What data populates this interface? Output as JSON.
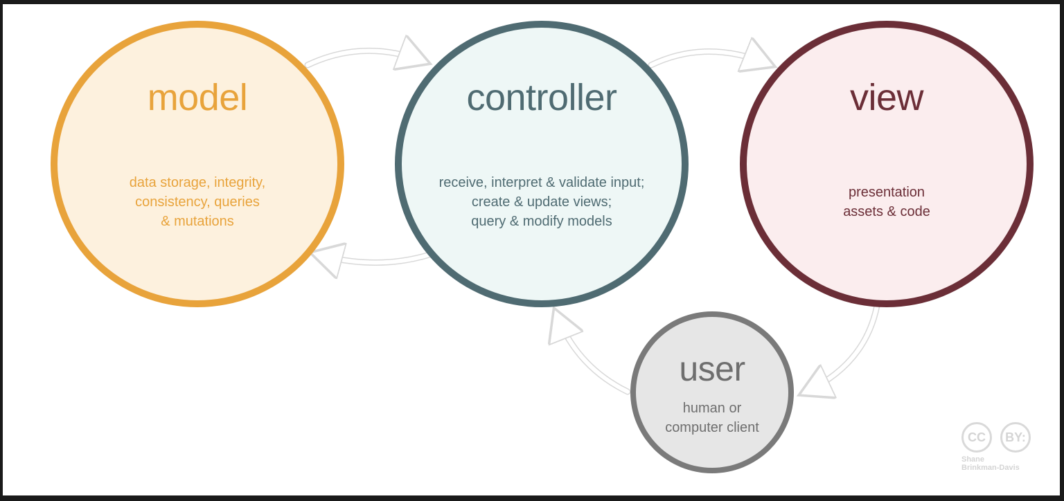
{
  "nodes": {
    "model": {
      "title": "model",
      "description": "data storage, integrity,\nconsistency, queries\n& mutations",
      "color": "#e8a33b"
    },
    "controller": {
      "title": "controller",
      "description": "receive, interpret & validate input;\ncreate & update views;\nquery & modify models",
      "color": "#4f6b72"
    },
    "view": {
      "title": "view",
      "description": "presentation\nassets & code",
      "color": "#6b2e37"
    },
    "user": {
      "title": "user",
      "description": "human or\ncomputer client",
      "color": "#7a7a7a"
    }
  },
  "edges": [
    {
      "from": "model",
      "to": "controller"
    },
    {
      "from": "controller",
      "to": "model"
    },
    {
      "from": "controller",
      "to": "view"
    },
    {
      "from": "view",
      "to": "user"
    },
    {
      "from": "user",
      "to": "controller"
    }
  ],
  "license": {
    "cc_label": "CC",
    "by_label": "BY:",
    "author": "Shane\nBrinkman-Davis"
  }
}
